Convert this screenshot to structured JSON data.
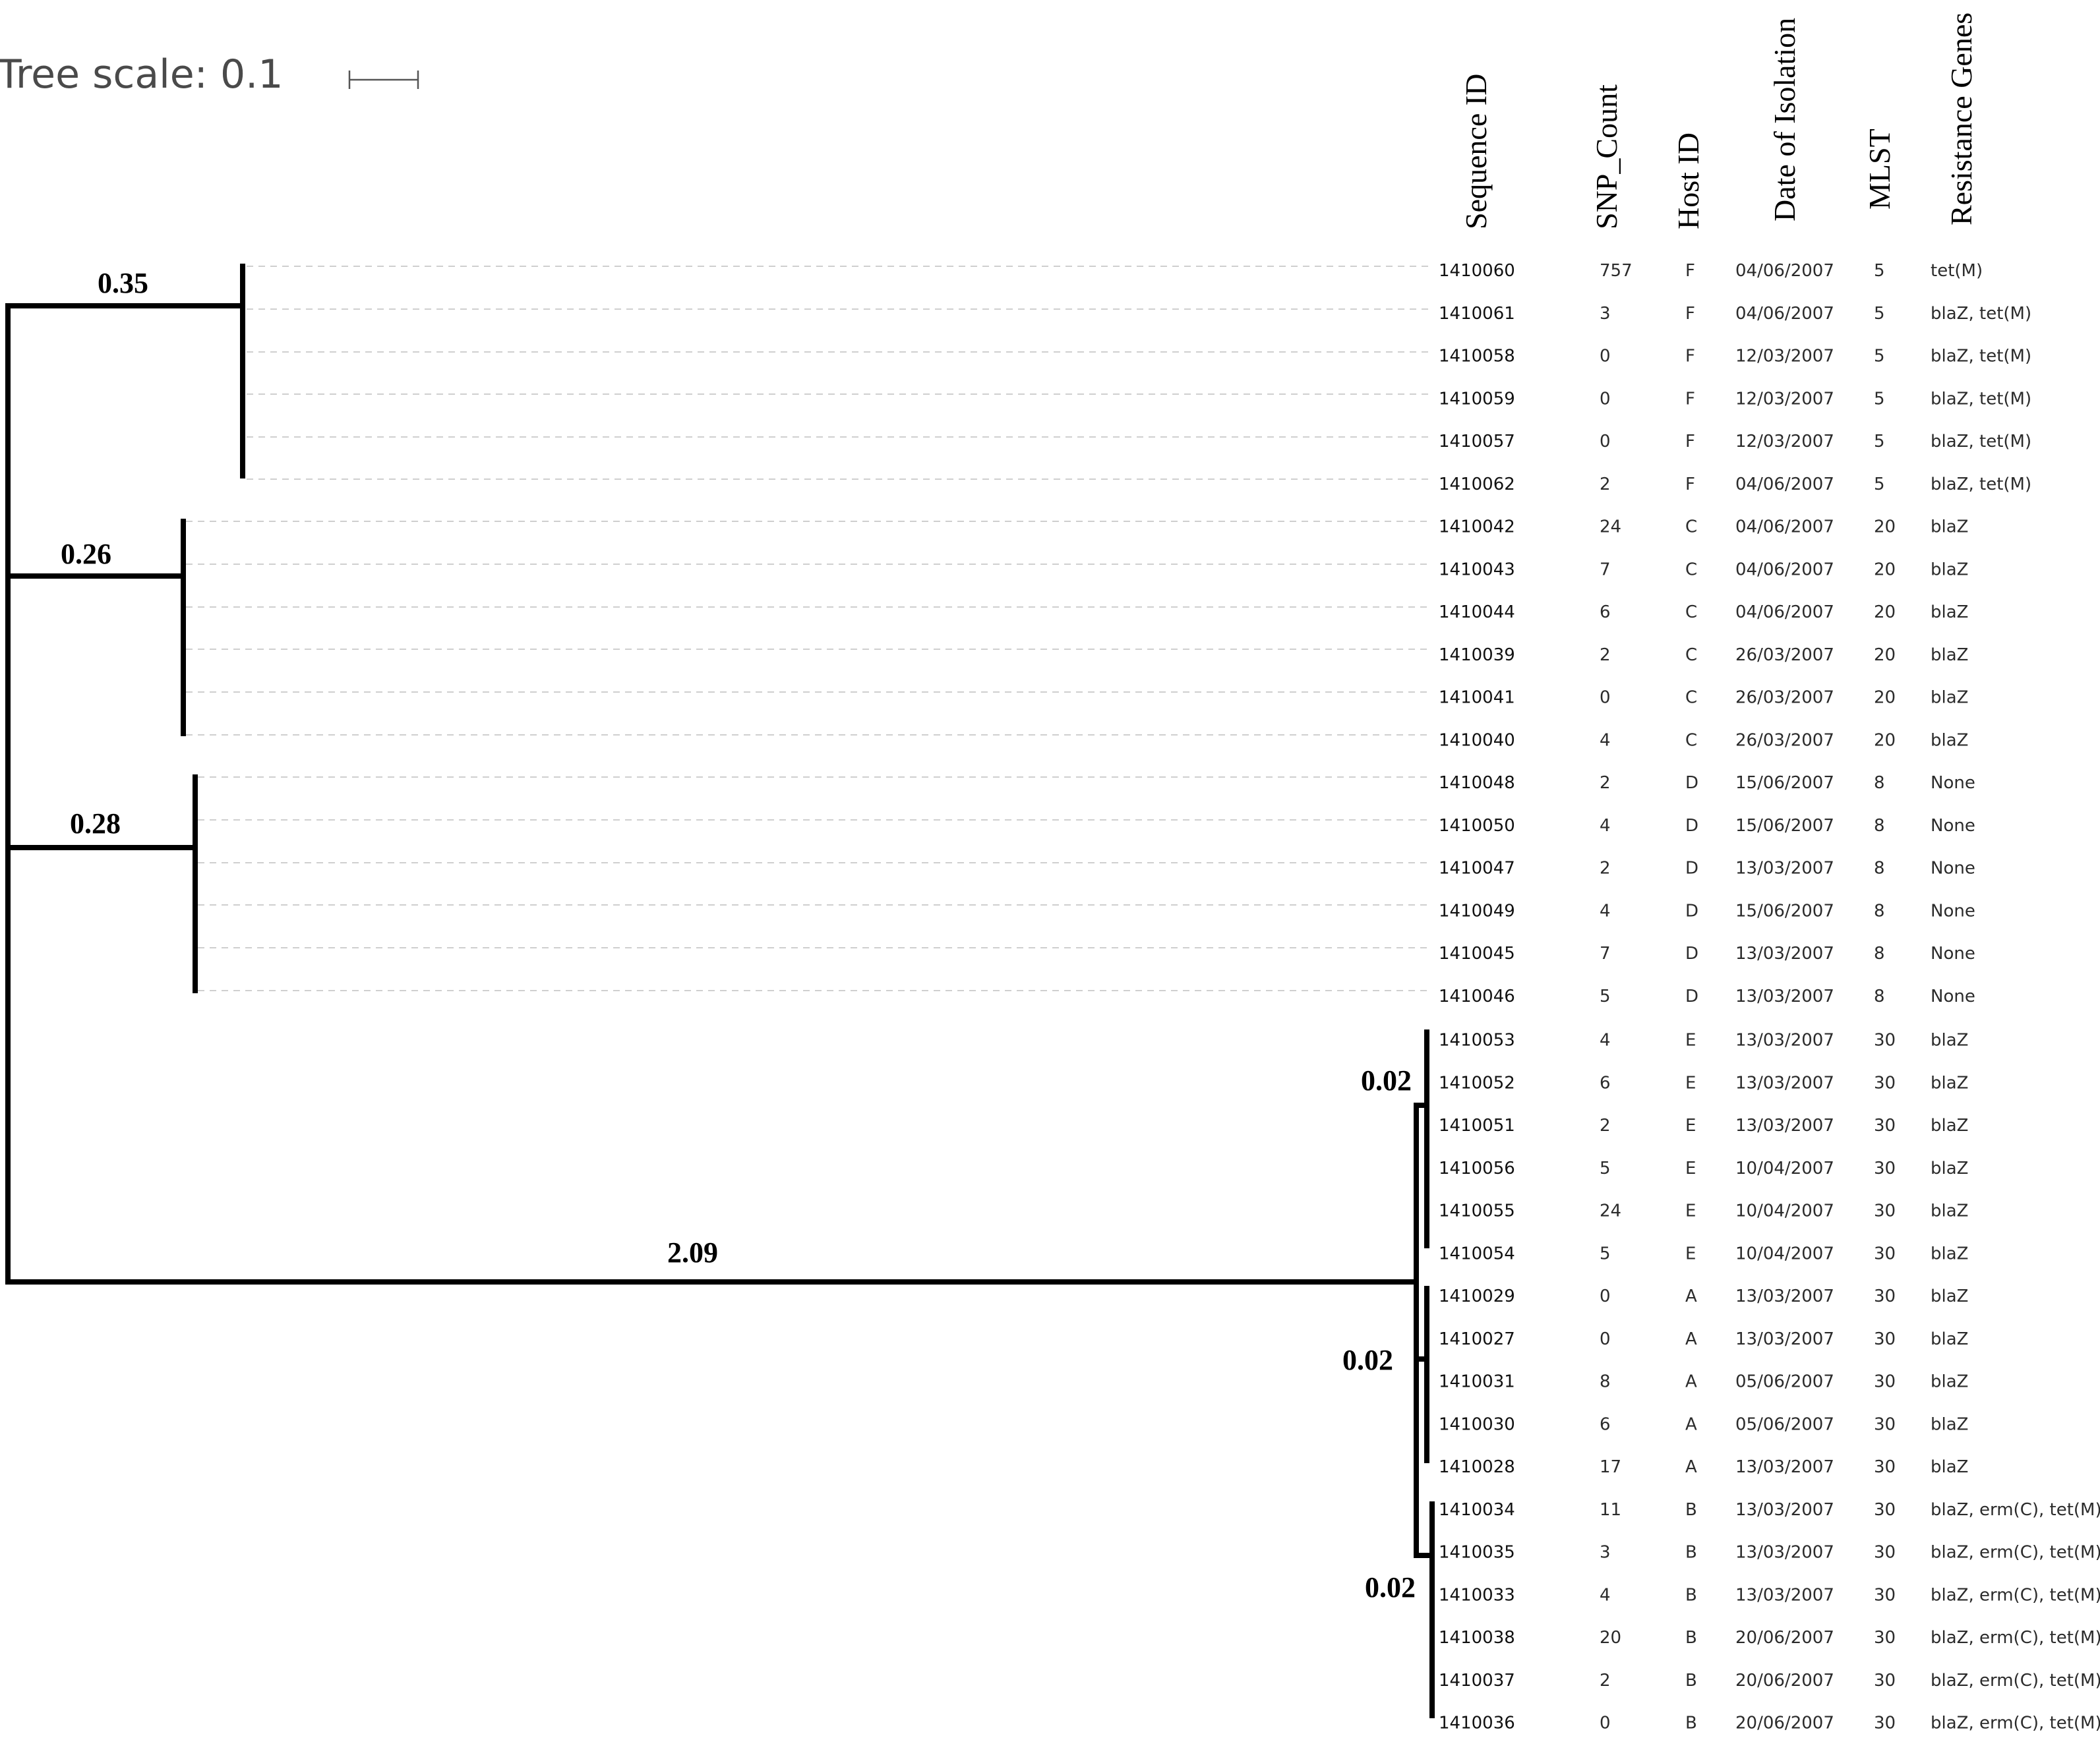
{
  "tree_scale": {
    "label": "Tree scale: 0.1"
  },
  "columns": [
    "Sequence ID",
    "SNP_Count",
    "Host ID",
    "Date of Isolation",
    "MLST",
    "Resistance Genes"
  ],
  "rows": [
    [
      "1410060",
      "757",
      "F",
      "04/06/2007",
      "5",
      "tet(M)"
    ],
    [
      "1410061",
      "3",
      "F",
      "04/06/2007",
      "5",
      "blaZ, tet(M)"
    ],
    [
      "1410058",
      "0",
      "F",
      "12/03/2007",
      "5",
      "blaZ, tet(M)"
    ],
    [
      "1410059",
      "0",
      "F",
      "12/03/2007",
      "5",
      "blaZ, tet(M)"
    ],
    [
      "1410057",
      "0",
      "F",
      "12/03/2007",
      "5",
      "blaZ, tet(M)"
    ],
    [
      "1410062",
      "2",
      "F",
      "04/06/2007",
      "5",
      "blaZ, tet(M)"
    ],
    [
      "1410042",
      "24",
      "C",
      "04/06/2007",
      "20",
      "blaZ"
    ],
    [
      "1410043",
      "7",
      "C",
      "04/06/2007",
      "20",
      "blaZ"
    ],
    [
      "1410044",
      "6",
      "C",
      "04/06/2007",
      "20",
      "blaZ"
    ],
    [
      "1410039",
      "2",
      "C",
      "26/03/2007",
      "20",
      "blaZ"
    ],
    [
      "1410041",
      "0",
      "C",
      "26/03/2007",
      "20",
      "blaZ"
    ],
    [
      "1410040",
      "4",
      "C",
      "26/03/2007",
      "20",
      "blaZ"
    ],
    [
      "1410048",
      "2",
      "D",
      "15/06/2007",
      "8",
      "None"
    ],
    [
      "1410050",
      "4",
      "D",
      "15/06/2007",
      "8",
      "None"
    ],
    [
      "1410047",
      "2",
      "D",
      "13/03/2007",
      "8",
      "None"
    ],
    [
      "1410049",
      "4",
      "D",
      "15/06/2007",
      "8",
      "None"
    ],
    [
      "1410045",
      "7",
      "D",
      "13/03/2007",
      "8",
      "None"
    ],
    [
      "1410046",
      "5",
      "D",
      "13/03/2007",
      "8",
      "None"
    ],
    [
      "1410053",
      "4",
      "E",
      "13/03/2007",
      "30",
      "blaZ"
    ],
    [
      "1410052",
      "6",
      "E",
      "13/03/2007",
      "30",
      "blaZ"
    ],
    [
      "1410051",
      "2",
      "E",
      "13/03/2007",
      "30",
      "blaZ"
    ],
    [
      "1410056",
      "5",
      "E",
      "10/04/2007",
      "30",
      "blaZ"
    ],
    [
      "1410055",
      "24",
      "E",
      "10/04/2007",
      "30",
      "blaZ"
    ],
    [
      "1410054",
      "5",
      "E",
      "10/04/2007",
      "30",
      "blaZ"
    ],
    [
      "1410029",
      "0",
      "A",
      "13/03/2007",
      "30",
      "blaZ"
    ],
    [
      "1410027",
      "0",
      "A",
      "13/03/2007",
      "30",
      "blaZ"
    ],
    [
      "1410031",
      "8",
      "A",
      "05/06/2007",
      "30",
      "blaZ"
    ],
    [
      "1410030",
      "6",
      "A",
      "05/06/2007",
      "30",
      "blaZ"
    ],
    [
      "1410028",
      "17",
      "A",
      "13/03/2007",
      "30",
      "blaZ"
    ],
    [
      "1410034",
      "11",
      "B",
      "13/03/2007",
      "30",
      "blaZ, erm(C), tet(M)"
    ],
    [
      "1410035",
      "3",
      "B",
      "13/03/2007",
      "30",
      "blaZ, erm(C), tet(M)"
    ],
    [
      "1410033",
      "4",
      "B",
      "13/03/2007",
      "30",
      "blaZ, erm(C), tet(M)"
    ],
    [
      "1410038",
      "20",
      "B",
      "20/06/2007",
      "30",
      "blaZ, erm(C), tet(M)"
    ],
    [
      "1410037",
      "2",
      "B",
      "20/06/2007",
      "30",
      "blaZ, erm(C), tet(M)"
    ],
    [
      "1410036",
      "0",
      "B",
      "20/06/2007",
      "30",
      "blaZ, erm(C), tet(M)"
    ]
  ],
  "branch_labels": {
    "clade_f": "0.35",
    "clade_c": "0.26",
    "clade_d": "0.28",
    "long_branch": "2.09",
    "clade_e": "0.02",
    "clade_a": "0.02",
    "clade_b": "0.02"
  }
}
